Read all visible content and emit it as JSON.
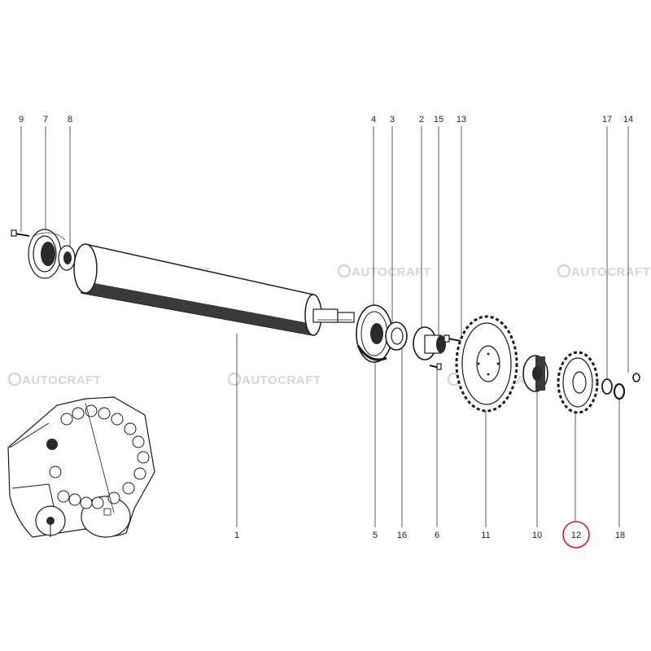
{
  "diagram": {
    "highlight_color": "#e0141e",
    "highlighted_part": "12",
    "watermark_text": "AUTOCRAFT",
    "callouts_top": [
      "9",
      "7",
      "8",
      "4",
      "3",
      "2",
      "15",
      "13",
      "17",
      "14"
    ],
    "callouts_bottom": [
      "1",
      "5",
      "16",
      "6",
      "11",
      "10",
      "12",
      "18"
    ]
  }
}
